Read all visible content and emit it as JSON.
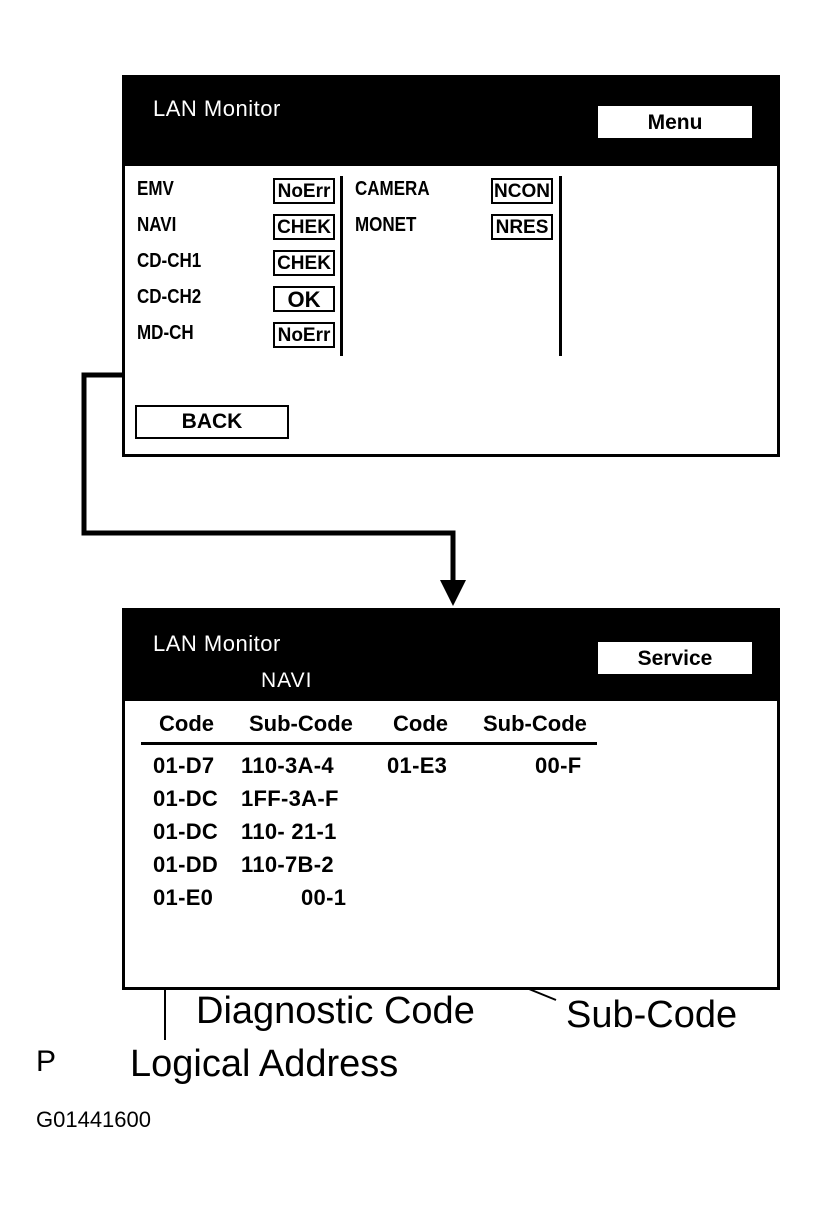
{
  "screen1": {
    "title": "LAN Monitor",
    "menu_label": "Menu",
    "left_rows": [
      {
        "device": "EMV",
        "status": "NoErr"
      },
      {
        "device": "NAVI",
        "status": "CHEK"
      },
      {
        "device": "CD-CH1",
        "status": "CHEK"
      },
      {
        "device": "CD-CH2",
        "status": "OK"
      },
      {
        "device": "MD-CH",
        "status": "NoErr"
      }
    ],
    "right_rows": [
      {
        "device": "CAMERA",
        "status": "NCON"
      },
      {
        "device": "MONET",
        "status": "NRES"
      }
    ],
    "back_label": "BACK"
  },
  "screen2": {
    "title": "LAN Monitor",
    "subtitle": "NAVI",
    "service_label": "Service",
    "headers": [
      "Code",
      "Sub-Code",
      "Code",
      "Sub-Code"
    ],
    "rows": [
      {
        "code": "01-D7",
        "sub": "110-3A-4",
        "code2": "01-E3",
        "sub2": "00-F"
      },
      {
        "code": "01-DC",
        "sub": "1FF-3A-F",
        "code2": "",
        "sub2": ""
      },
      {
        "code": "01-DC",
        "sub": "110- 21-1",
        "code2": "",
        "sub2": ""
      },
      {
        "code": "01-DD",
        "sub": "110-7B-2",
        "code2": "",
        "sub2": ""
      },
      {
        "code": "01-E0",
        "sub": "00-1",
        "code2": "",
        "sub2": ""
      }
    ]
  },
  "callouts": {
    "diagnostic_code": "Diagnostic Code",
    "sub_code": "Sub-Code",
    "logical_address": "Logical Address"
  },
  "mark": "P",
  "figure_id": "G01441600"
}
